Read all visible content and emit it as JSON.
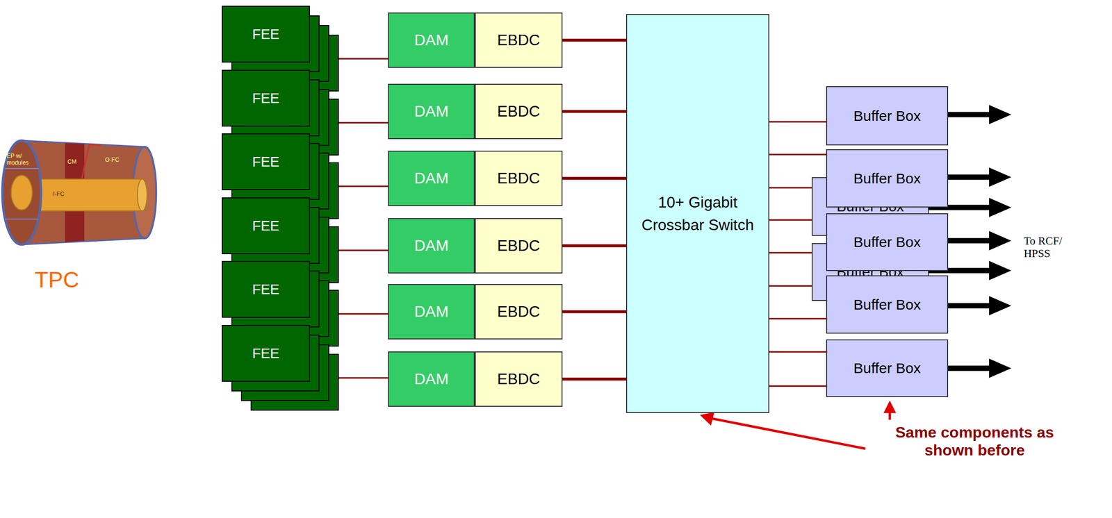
{
  "diagram": {
    "nodes": [
      {
        "text": [
          "FEE"
        ]
      },
      {
        "text": [
          "FEE"
        ]
      },
      {
        "text": [
          "FEE"
        ]
      },
      {
        "text": [
          "FEE"
        ]
      },
      {
        "text": [
          "FEE"
        ]
      },
      {
        "text": [
          "FEE"
        ]
      },
      {
        "text": [
          "DAM"
        ]
      },
      {
        "text": [
          "DAM"
        ]
      },
      {
        "text": [
          "DAM"
        ]
      },
      {
        "text": [
          "DAM"
        ]
      },
      {
        "text": [
          "DAM"
        ]
      },
      {
        "text": [
          "DAM"
        ]
      },
      {
        "text": [
          "EBDC"
        ]
      },
      {
        "text": [
          "EBDC"
        ]
      },
      {
        "text": [
          "EBDC"
        ]
      },
      {
        "text": [
          "EBDC"
        ]
      },
      {
        "text": [
          "EBDC"
        ]
      },
      {
        "text": [
          "EBDC"
        ]
      },
      {
        "text": [
          "10+ Gigabit Crossbar Switch"
        ]
      },
      {
        "text": [
          "Buffer Box"
        ]
      },
      {
        "text": [
          "Buffer Box"
        ]
      },
      {
        "text": [
          "Buffer Box"
        ]
      },
      {
        "text": [
          "Buffer Box"
        ]
      },
      {
        "text": [
          "Buffer Box"
        ]
      },
      {
        "text": [
          "Buffer Box"
        ]
      },
      {
        "text": [
          "Buffer Box"
        ]
      }
    ],
    "edges": [
      {
        "from": 0,
        "to": 6,
        "arrow": "none"
      },
      {
        "from": 1,
        "to": 7,
        "arrow": "none"
      },
      {
        "from": 2,
        "to": 8,
        "arrow": "none"
      },
      {
        "from": 3,
        "to": 9,
        "arrow": "none"
      },
      {
        "from": 4,
        "to": 10,
        "arrow": "none"
      },
      {
        "from": 5,
        "to": 11,
        "arrow": "none"
      },
      {
        "from": 12,
        "to": 18,
        "arrow": "none"
      },
      {
        "from": 13,
        "to": 18,
        "arrow": "none"
      },
      {
        "from": 14,
        "to": 18,
        "arrow": "none"
      },
      {
        "from": 15,
        "to": 18,
        "arrow": "none"
      },
      {
        "from": 16,
        "to": 18,
        "arrow": "none"
      },
      {
        "from": 17,
        "to": 18,
        "arrow": "none"
      },
      {
        "from": 18,
        "to": 19,
        "arrow": "none"
      },
      {
        "from": 18,
        "to": 20,
        "arrow": "none"
      },
      {
        "from": 18,
        "to": 21,
        "arrow": "none"
      },
      {
        "from": 18,
        "to": 21,
        "arrow": "none"
      },
      {
        "from": 18,
        "to": 23,
        "arrow": "none"
      },
      {
        "from": 18,
        "to": 23,
        "arrow": "none"
      },
      {
        "from": 18,
        "to": 24,
        "arrow": "none"
      },
      {
        "from": 18,
        "to": 25,
        "arrow": "none"
      },
      {
        "from": 18,
        "to": 25,
        "arrow": "none"
      }
    ],
    "labels": [
      "EP w/ modules",
      "CM",
      "O-FC",
      "I-FC",
      "TPC",
      "To RCF/ HPSS",
      "Same components as shown before"
    ]
  }
}
